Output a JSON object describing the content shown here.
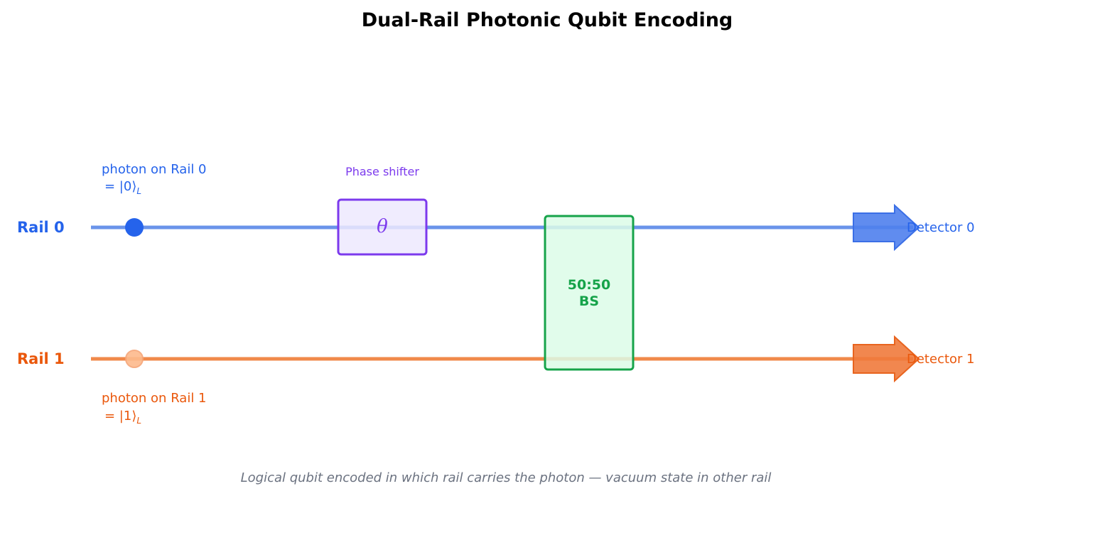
{
  "title": "Dual-Rail Photonic Qubit Encoding",
  "rails": [
    {
      "label": "Rail 0",
      "note_line1": "photon on Rail 0",
      "note_eq": "= |0⟩",
      "note_sub": "L",
      "detector": "Detector 0",
      "color": "#2563eb",
      "line_color": "#6a94ea",
      "photon_present": true
    },
    {
      "label": "Rail 1",
      "note_line1": "photon on Rail 1",
      "note_eq": "= |1⟩",
      "note_sub": "L",
      "detector": "Detector 1",
      "color": "#ea580c",
      "line_color": "#f0894a",
      "photon_present": false
    }
  ],
  "phase_shifter": {
    "label": "Phase shifter",
    "symbol": "θ",
    "color": "#7c3aed",
    "fill": "#ede9fe"
  },
  "beam_splitter": {
    "line1": "50:50",
    "line2": "BS",
    "color": "#16a34a",
    "fill": "#dcfce7"
  },
  "caption": "Logical qubit encoded in which rail carries the photon — vacuum state in other rail"
}
